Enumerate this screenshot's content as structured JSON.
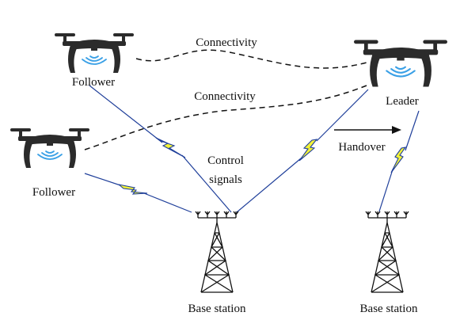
{
  "labels": {
    "connectivity_top": "Connectivity",
    "connectivity_mid": "Connectivity",
    "follower_top": "Follower",
    "follower_left": "Follower",
    "leader": "Leader",
    "control_line1": "Control",
    "control_line2": "signals",
    "handover": "Handover",
    "base_station_1": "Base station",
    "base_station_2": "Base station"
  },
  "icons": {
    "drone": "drone-icon",
    "signal": "signal-waves-icon",
    "tower": "base-station-tower-icon",
    "bolt": "lightning-bolt-icon",
    "arrow": "arrow-right-icon"
  },
  "colors": {
    "signal_waves": "#3aa0e6",
    "bolt_fill": "#f2f238",
    "bolt_edge": "#1f3f9a",
    "drone": "#2b2b2b"
  }
}
